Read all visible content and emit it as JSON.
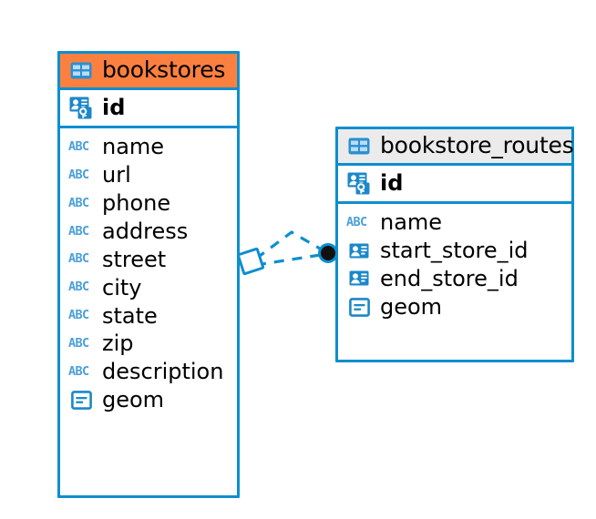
{
  "diagram": {
    "type": "entity-relationship-diagram",
    "accent_color": "#0d8ecf",
    "highlight_color": "#fb8040",
    "header_color": "#ebebeb",
    "icon_blue": "#1b88c9",
    "abc_blue": "#4a9fd8"
  },
  "entities": [
    {
      "id": "bookstores",
      "name": "bookstores",
      "header_style": "accent-orange",
      "table_icon": "table-icon",
      "primary_key": {
        "label": "id",
        "icon": "primary-key-icon"
      },
      "fields": [
        {
          "label": "name",
          "icon": "abc-icon",
          "type_glyph": "ABC"
        },
        {
          "label": "url",
          "icon": "abc-icon",
          "type_glyph": "ABC"
        },
        {
          "label": "phone",
          "icon": "abc-icon",
          "type_glyph": "ABC"
        },
        {
          "label": "address",
          "icon": "abc-icon",
          "type_glyph": "ABC"
        },
        {
          "label": "street",
          "icon": "abc-icon",
          "type_glyph": "ABC"
        },
        {
          "label": "city",
          "icon": "abc-icon",
          "type_glyph": "ABC"
        },
        {
          "label": "state",
          "icon": "abc-icon",
          "type_glyph": "ABC"
        },
        {
          "label": "zip",
          "icon": "abc-icon",
          "type_glyph": "ABC"
        },
        {
          "label": "description",
          "icon": "abc-icon",
          "type_glyph": "ABC"
        },
        {
          "label": "geom",
          "icon": "geometry-icon",
          "type_glyph": ""
        }
      ]
    },
    {
      "id": "bookstore_routes",
      "name": "bookstore_routes",
      "header_style": "accent-gray",
      "table_icon": "table-icon",
      "primary_key": {
        "label": "id",
        "icon": "primary-key-icon"
      },
      "fields": [
        {
          "label": "name",
          "icon": "abc-icon",
          "type_glyph": "ABC"
        },
        {
          "label": "start_store_id",
          "icon": "foreign-key-icon",
          "type_glyph": ""
        },
        {
          "label": "end_store_id",
          "icon": "foreign-key-icon",
          "type_glyph": ""
        },
        {
          "label": "geom",
          "icon": "geometry-icon",
          "type_glyph": ""
        }
      ]
    }
  ],
  "relationship": {
    "name": "bookstores-to-bookstore_routes",
    "source_entity": "bookstores",
    "target_entity": "bookstore_routes",
    "line_style": "dashed",
    "source_marker": "diamond",
    "target_marker": "filled-circle",
    "color": "#0d8ecf"
  }
}
